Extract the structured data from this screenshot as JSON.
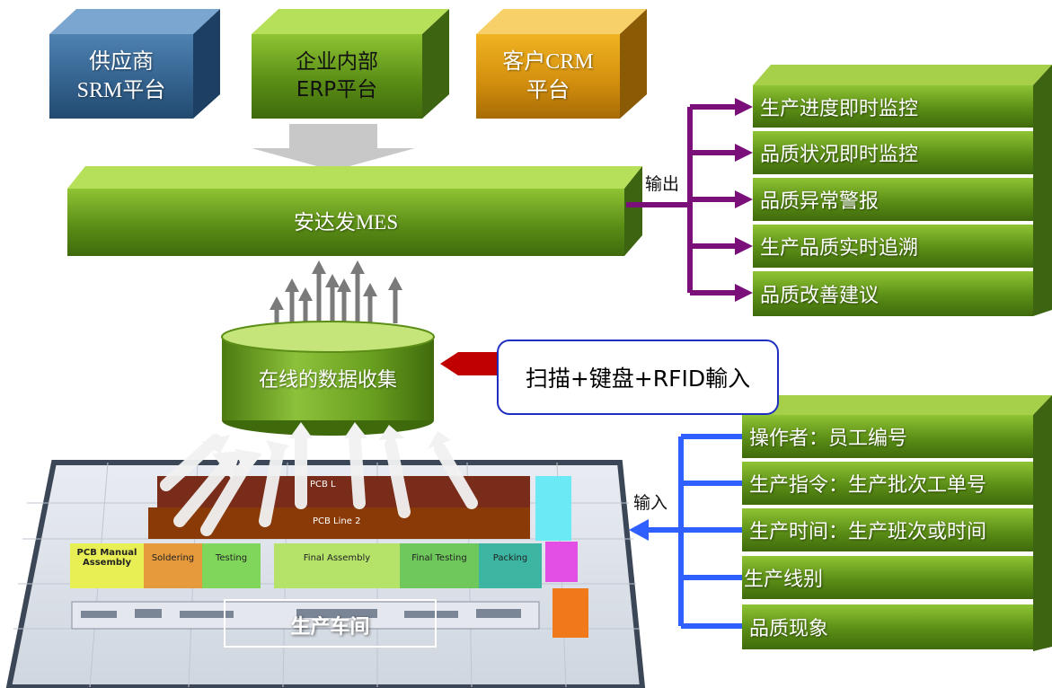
{
  "top_platforms": [
    {
      "line1": "供应商",
      "line2": "SRM平台"
    },
    {
      "line1": "企业内部",
      "line2": "ERP平台"
    },
    {
      "line1": "客户CRM",
      "line2": "平台"
    }
  ],
  "mes_label": "安达发MES",
  "output_label": "输出",
  "outputs": [
    "生产进度即时监控",
    "品质状况即时监控",
    "品质异常警报",
    "生产品质实时追溯",
    "品质改善建议"
  ],
  "collection_label": "在线的数据收集",
  "scan_input_label": "扫描+键盘+RFID輸入",
  "input_label": "输入",
  "inputs": [
    "操作者：员工编号",
    "生产指令：生产批次工单号",
    "生产时间：生产班次或时间",
    "生产线别",
    "品质现象"
  ],
  "workshop": {
    "title": "生产车间",
    "line1_label": "PCB L",
    "line2_label": "PCB Line 2",
    "stations": [
      "PCB Manual Assembly",
      "Soldering",
      "Testing",
      "Final Assembly",
      "Final Testing",
      "Packing"
    ]
  },
  "colors": {
    "green": "#6a9e1f",
    "blue_box": "#34638f",
    "gold_box": "#d4900e",
    "output_connector": "#7a0f7a",
    "input_connector": "#2f5fff",
    "red_pointer": "#c00000"
  }
}
